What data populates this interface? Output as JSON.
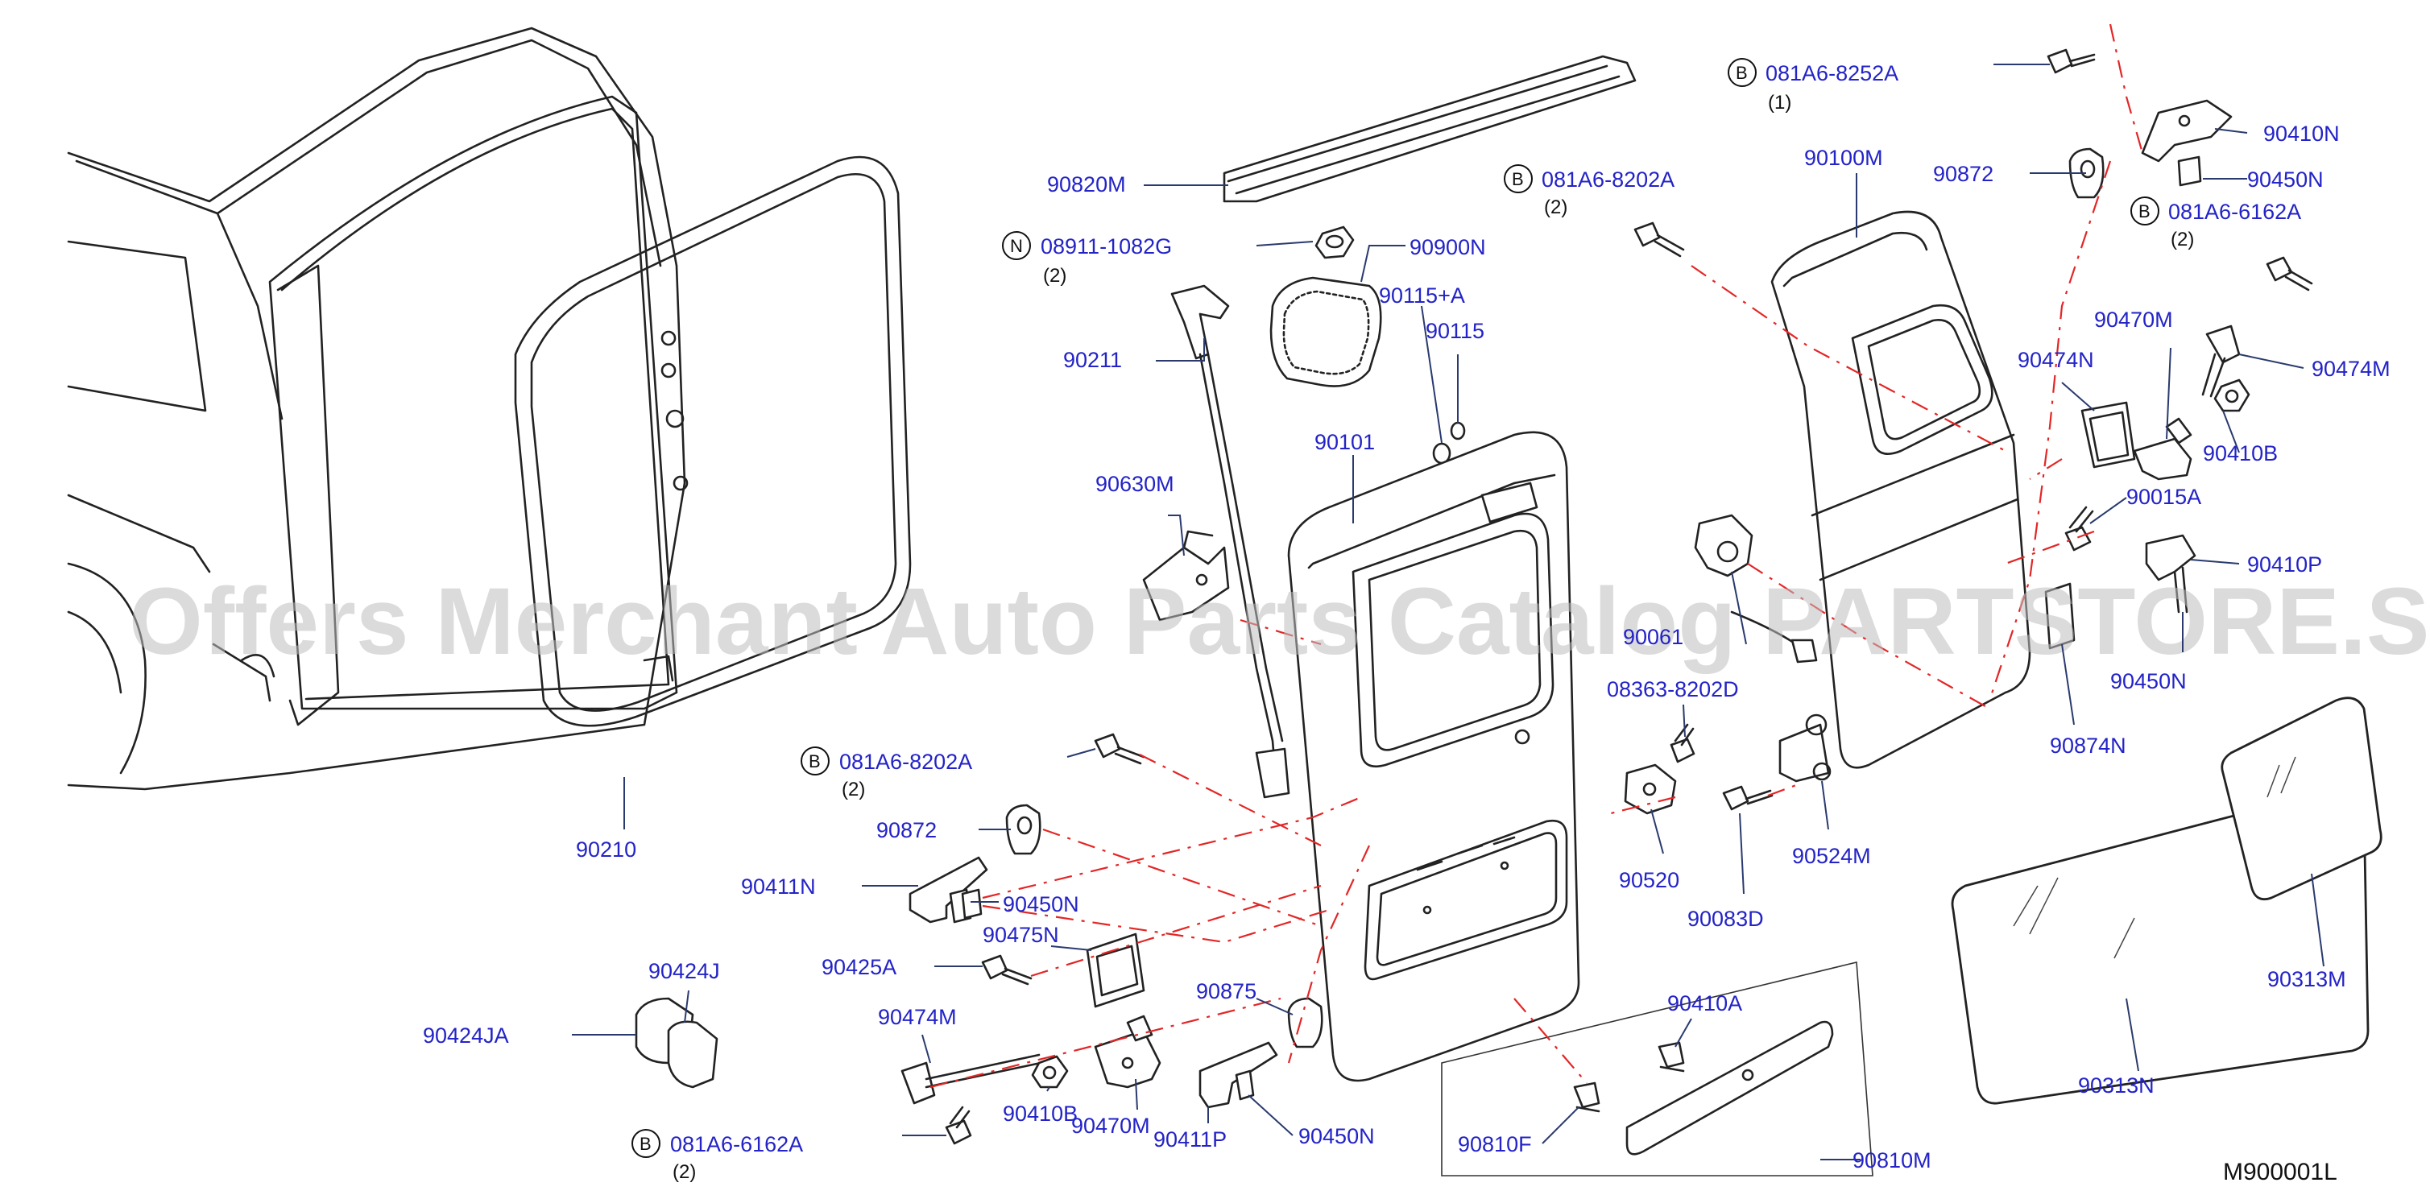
{
  "diagram_id": "M900001L",
  "watermark": "Offers Merchant Auto Parts Catalog PARTSTORE.SA",
  "parts": {
    "p90820M": "90820M",
    "p90900N": "90900N",
    "p90115A": "90115+A",
    "p90115": "90115",
    "p90211": "90211",
    "p90101": "90101",
    "p90630M": "90630M",
    "p90210": "90210",
    "p90100M": "90100M",
    "p90872_top": "90872",
    "p90410N": "90410N",
    "p90450N_top": "90450N",
    "p90470M_right": "90470M",
    "p90474N": "90474N",
    "p90474M_right": "90474M",
    "p90410B_right": "90410B",
    "p90015A": "90015A",
    "p90410P": "90410P",
    "p90450N_mid": "90450N",
    "p90874N": "90874N",
    "p90061": "90061",
    "p90520": "90520",
    "p90524M": "90524M",
    "p90083D": "90083D",
    "p90872_left": "90872",
    "p90411N": "90411N",
    "p90450N_left": "90450N",
    "p90475N": "90475N",
    "p90425A": "90425A",
    "p90424J": "90424J",
    "p90424JA": "90424JA",
    "p90474M_left": "90474M",
    "p90410B_left": "90410B",
    "p90470M_left": "90470M",
    "p90875": "90875",
    "p90411P": "90411P",
    "p90450N_bottom": "90450N",
    "p90410A": "90410A",
    "p90810F": "90810F",
    "p90810M": "90810M",
    "p90313M": "90313M",
    "p90313N": "90313N"
  },
  "fasteners": {
    "f1": {
      "letter": "B",
      "code": "081A6-8252A",
      "qty": "(1)"
    },
    "f2": {
      "letter": "B",
      "code": "081A6-8202A",
      "qty": "(2)"
    },
    "f3": {
      "letter": "B",
      "code": "081A6-6162A",
      "qty": "(2)"
    },
    "f4": {
      "letter": "N",
      "code": "08911-1082G",
      "qty": "(2)"
    },
    "f5": {
      "letter": "B",
      "code": "081A6-8202A",
      "qty": "(2)"
    },
    "f6": {
      "letter": "B",
      "code": "081A6-6162A",
      "qty": "(2)"
    },
    "f7": {
      "code": "08363-8202D"
    }
  }
}
